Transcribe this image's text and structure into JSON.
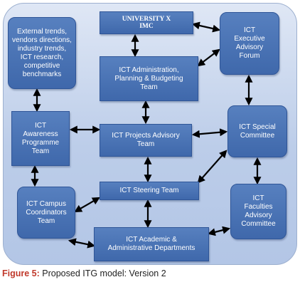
{
  "nodes": {
    "external_trends": "External trends, vendors directions, industry trends, ICT research, competitive benchmarks",
    "university_imc_line1": "UNIVERSITY X",
    "university_imc_line2": "IMC",
    "ict_executive_forum": "ICT Executive Advisory Forum",
    "ict_admin_planning": "ICT Administration, Planning & Budgeting Team",
    "ict_awareness": "ICT Awareness Programme Team",
    "ict_projects_advisory": "ICT Projects Advisory Team",
    "ict_special_committee": "ICT Special Committee",
    "ict_campus_coordinators": "ICT Campus Coordinators Team",
    "ict_steering_team": "ICT Steering Team",
    "ict_faculties_advisory": "ICT Faculties Advisory Committee",
    "ict_academic_admin": "ICT Academic & Administrative Departments"
  },
  "caption": {
    "label": "Figure 5:",
    "text": " Proposed ITG model: Version 2"
  },
  "colors": {
    "box_fill": "#4a73b5",
    "box_border": "#2f5597",
    "panel_fill": "#c7d5ec",
    "arrow": "#000000",
    "caption_label": "#c0392b"
  }
}
